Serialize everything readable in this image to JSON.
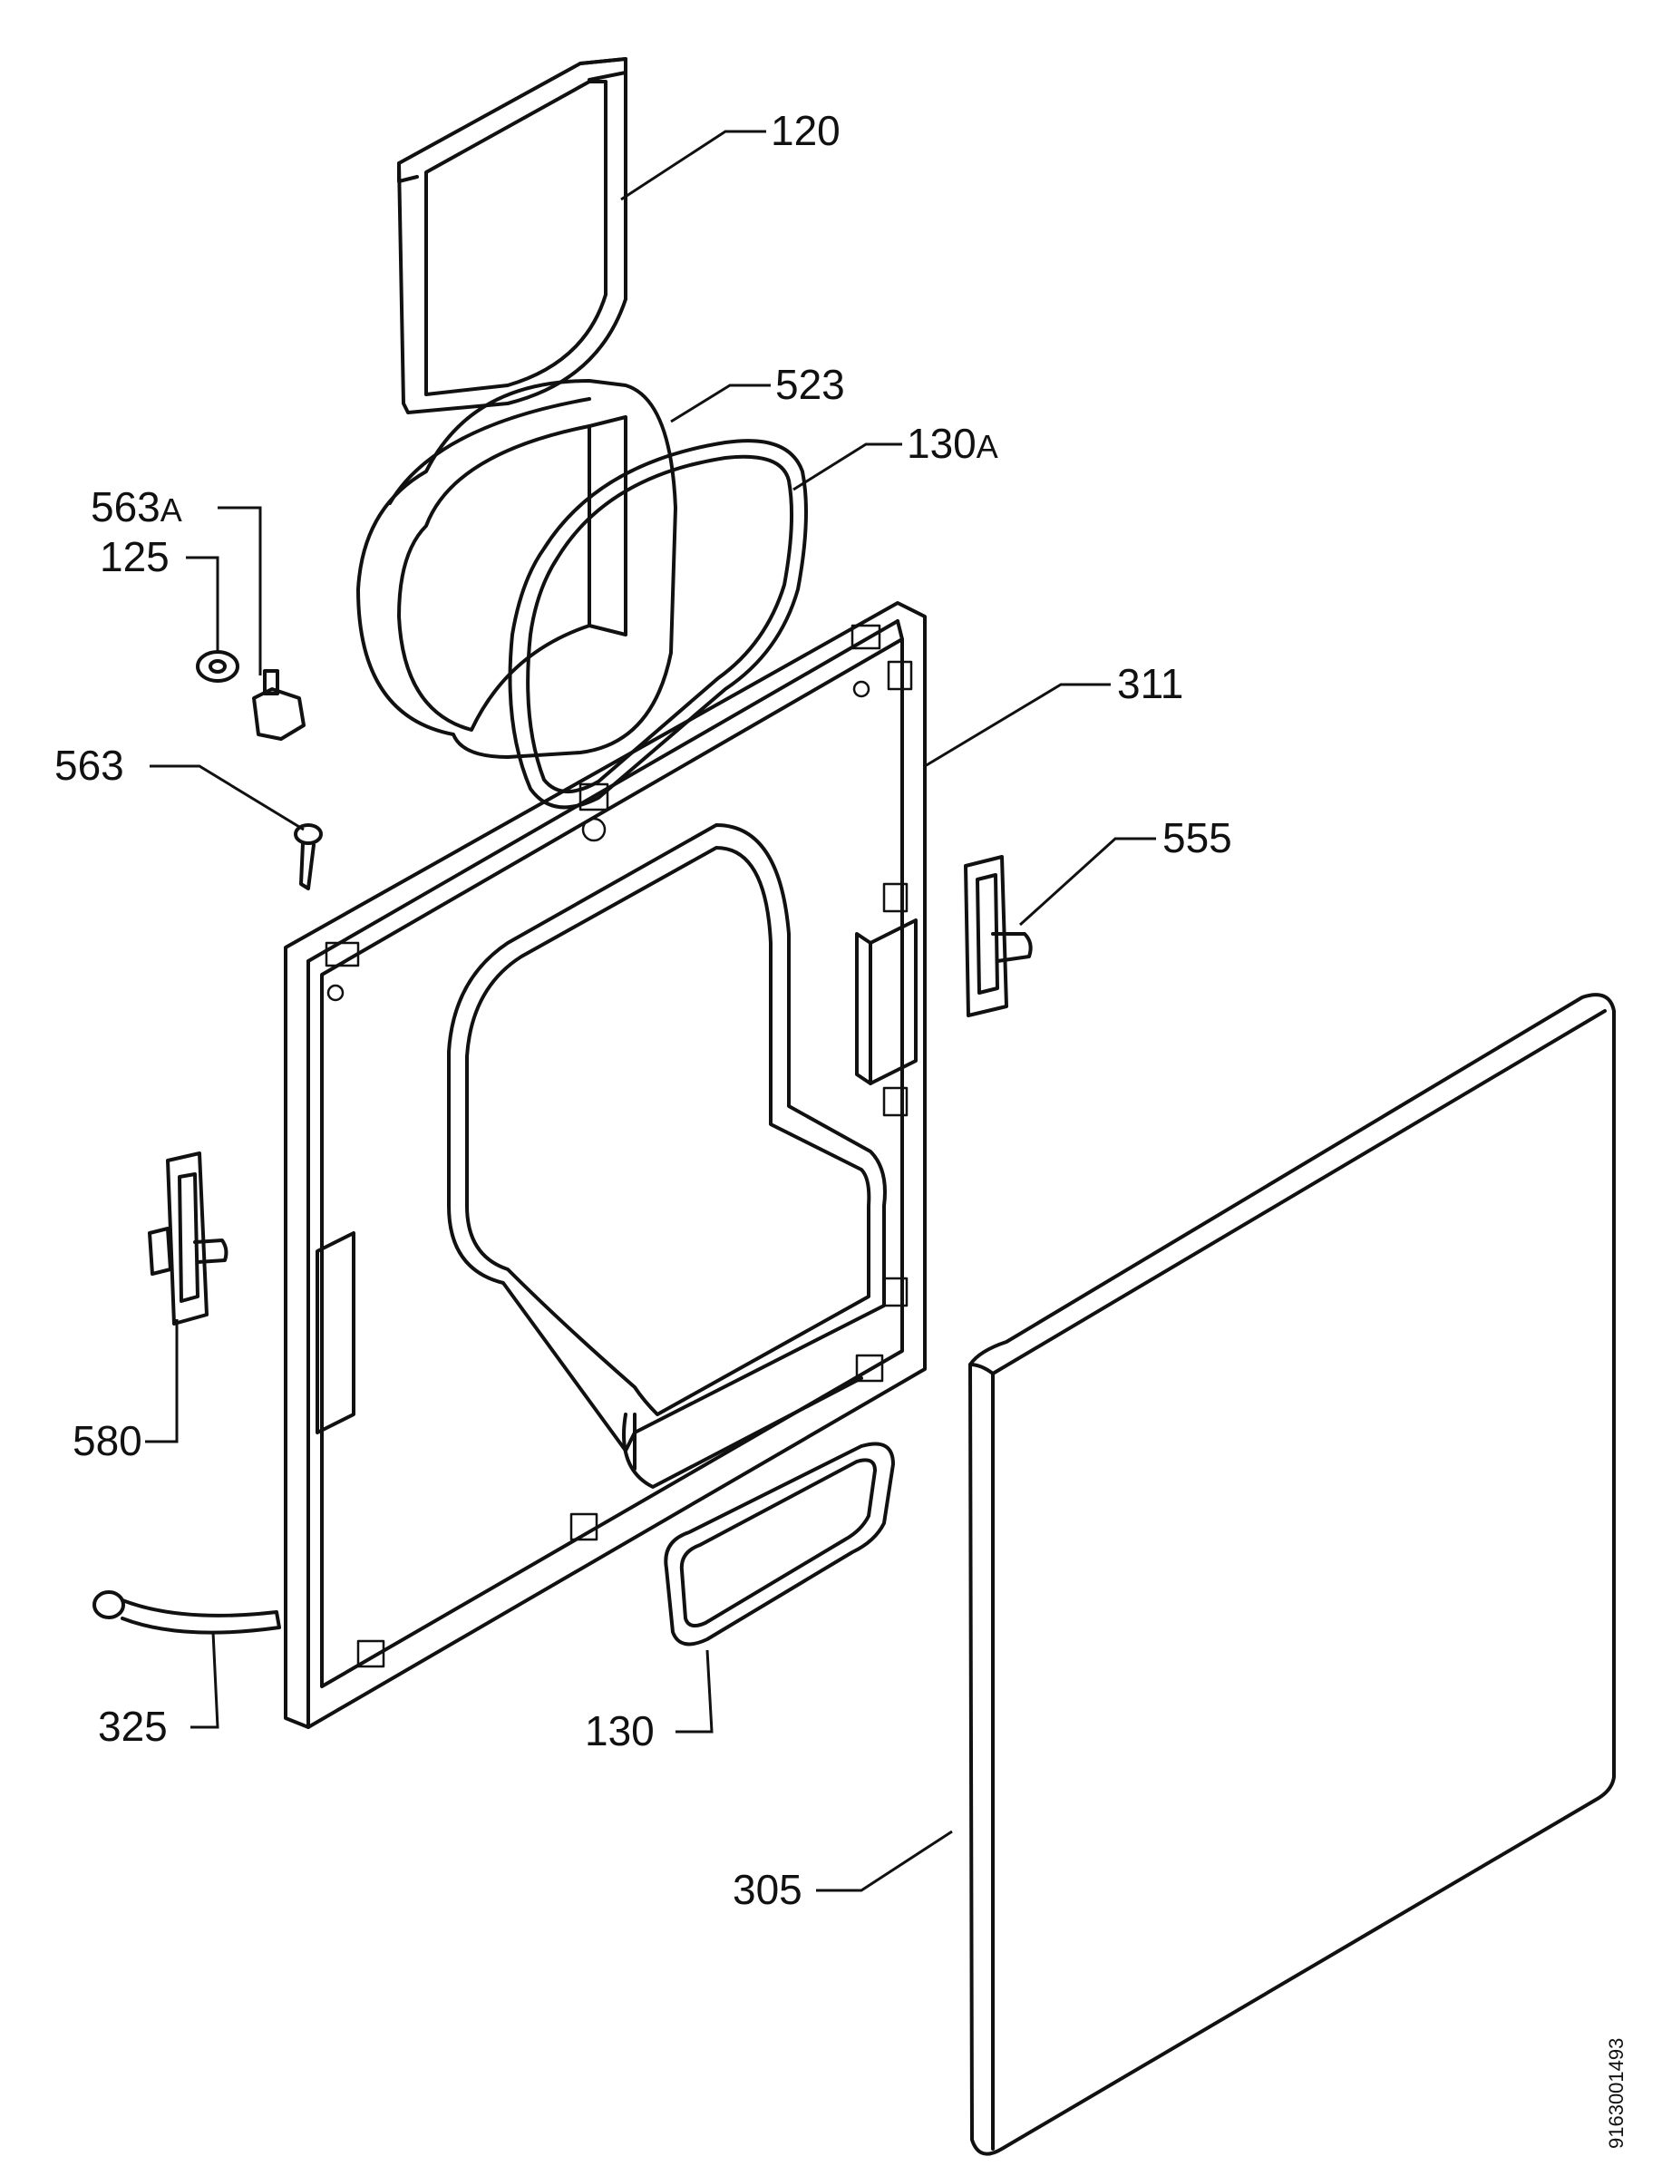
{
  "labels": {
    "l120": {
      "num": "120",
      "suffix": ""
    },
    "l523": {
      "num": "523",
      "suffix": ""
    },
    "l130a": {
      "num": "130",
      "suffix": "A"
    },
    "l563a": {
      "num": "563",
      "suffix": "A"
    },
    "l125": {
      "num": "125",
      "suffix": ""
    },
    "l311": {
      "num": "311",
      "suffix": ""
    },
    "l563": {
      "num": "563",
      "suffix": ""
    },
    "l555": {
      "num": "555",
      "suffix": ""
    },
    "l580": {
      "num": "580",
      "suffix": ""
    },
    "l325": {
      "num": "325",
      "suffix": ""
    },
    "l130": {
      "num": "130",
      "suffix": ""
    },
    "l305": {
      "num": "305",
      "suffix": ""
    }
  },
  "drawing_code": "9163001493",
  "colors": {
    "line": "#111111",
    "background": "#ffffff",
    "mesh": "#b0b0b0"
  }
}
